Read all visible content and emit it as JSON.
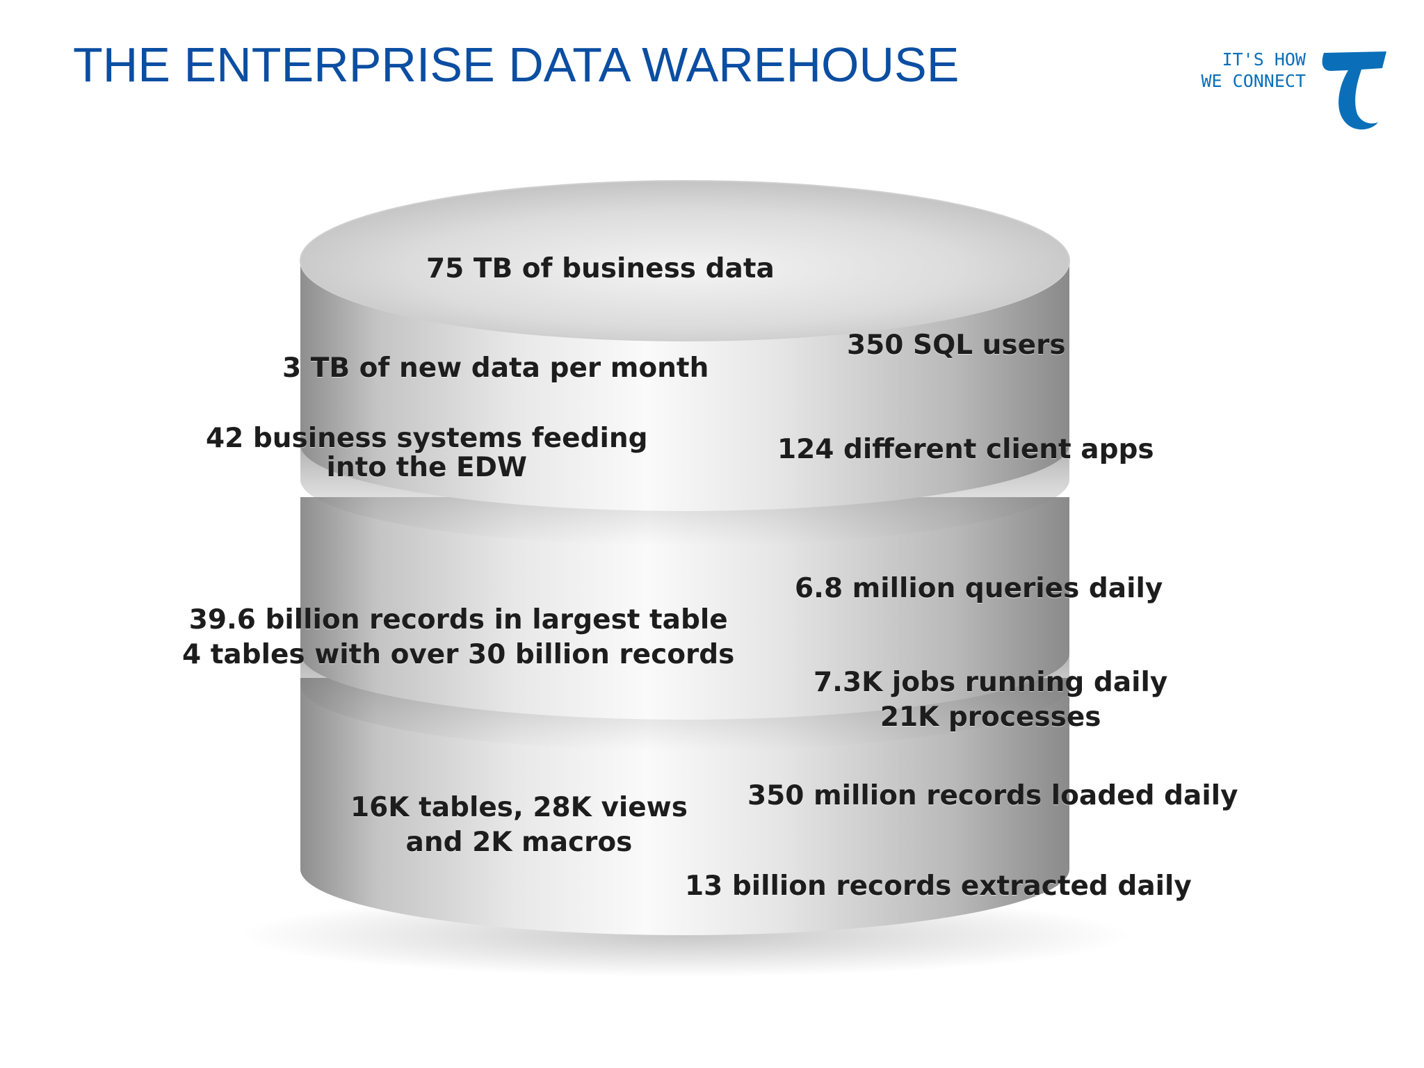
{
  "header": {
    "title": "THE ENTERPRISE DATA WAREHOUSE"
  },
  "brand": {
    "tagline_line1": "IT'S HOW",
    "tagline_line2": "WE CONNECT",
    "logo_icon": "telstra-t-logo-icon",
    "color": "#0a6fb8"
  },
  "stats": {
    "business_data": "75 TB of business data",
    "new_data": "3 TB of new data per month",
    "sql_users": "350 SQL users",
    "systems_line1": "42 business systems feeding",
    "systems_line2": "into the EDW",
    "client_apps": "124 different client apps",
    "queries": "6.8 million queries daily",
    "records_line1": "39.6 billion records in largest table",
    "records_line2": "4 tables with over 30 billion records",
    "jobs_line1": "7.3K jobs running daily",
    "jobs_line2": "21K processes",
    "objects_line1": "16K tables, 28K views",
    "objects_line2": "and 2K macros",
    "loaded": "350 million records loaded daily",
    "extracted": "13 billion records extracted daily"
  }
}
